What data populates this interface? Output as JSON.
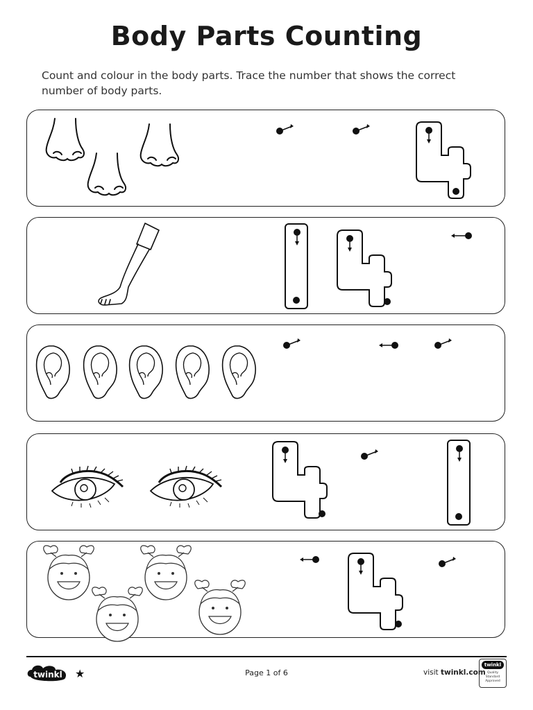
{
  "title": "Body Parts Counting",
  "instructions": "Count and colour in the body parts. Trace the number that shows the correct number of body parts.",
  "rows": [
    {
      "body_part": "nose",
      "count": 3,
      "numbers_shown": [
        4
      ]
    },
    {
      "body_part": "leg",
      "count": 1,
      "numbers_shown": [
        1,
        4
      ]
    },
    {
      "body_part": "ear",
      "count": 5,
      "numbers_shown": []
    },
    {
      "body_part": "eye",
      "count": 2,
      "numbers_shown": [
        4,
        1
      ]
    },
    {
      "body_part": "head",
      "count": 4,
      "numbers_shown": [
        4
      ]
    }
  ],
  "footer": {
    "brand": "twinkl",
    "page_label": "Page 1 of 6",
    "visit_prefix": "visit ",
    "visit_site": "twinkl.com",
    "badge_brand": "twinkl",
    "badge_text": "Quality Standard Approved"
  }
}
